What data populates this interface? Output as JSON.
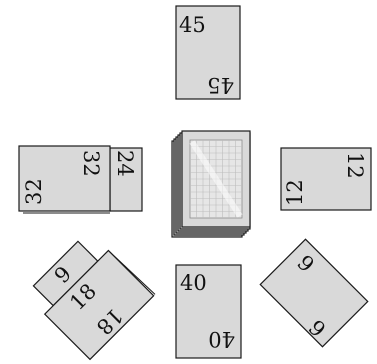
{
  "cards": {
    "top": {
      "a": "45",
      "b": "45"
    },
    "left": {
      "a": "32",
      "b": "32",
      "c": "24"
    },
    "right": {
      "a": "12",
      "b": "12"
    },
    "bottom_left": {
      "a": "9",
      "b": "18",
      "c": "18"
    },
    "bottom": {
      "a": "40",
      "b": "40"
    },
    "bottom_right": {
      "a": "6",
      "b": "6"
    }
  }
}
